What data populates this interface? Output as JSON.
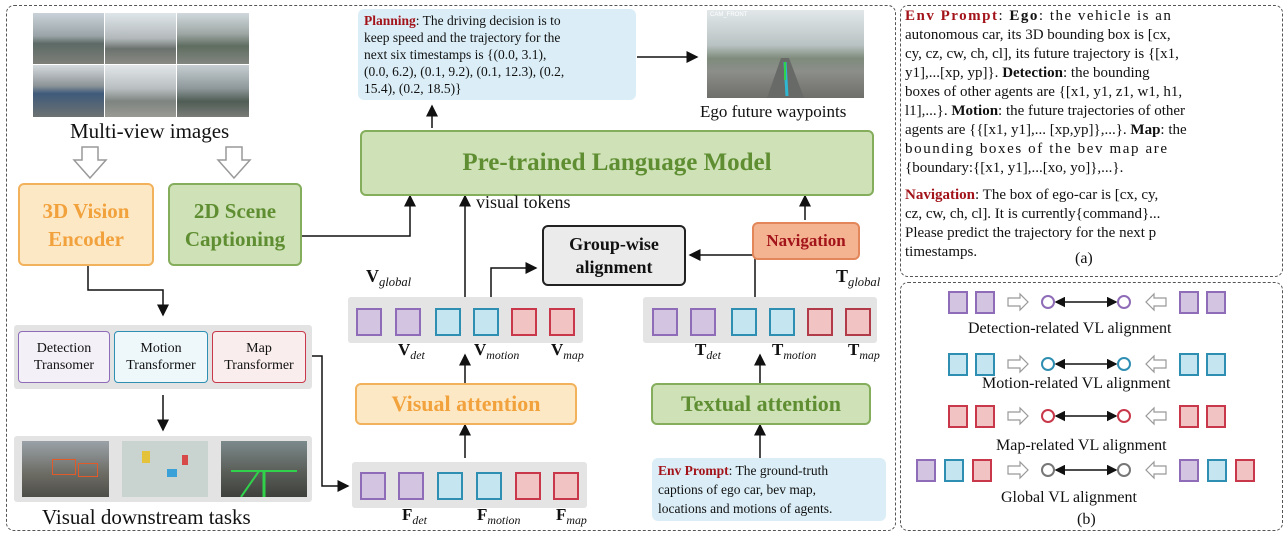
{
  "left_panel": {
    "multi_view_label": "Multi-view images",
    "vision_encoder": "3D Vision Encoder",
    "scene_captioning": "2D Scene Captioning",
    "detection_transformer": "Detection Transomer",
    "motion_transformer": "Motion Transformer",
    "map_transformer": "Map Transformer",
    "downstream_label": "Visual downstream tasks"
  },
  "center": {
    "planning_label": "Planning",
    "planning_text_1": ": The driving decision is to",
    "planning_text_2": "keep speed and the trajectory for the",
    "planning_text_3": "next six timestamps is {(0.0, 3.1),",
    "planning_text_4": "(0.0, 6.2), (0.1, 9.2), (0.1, 12.3), (0.2,",
    "planning_text_5": "15.4), (0.2, 18.5)}",
    "camera_tag": "CAM_FRONT",
    "ego_future_label": "Ego future waypoints",
    "plm": "Pre-trained Language Model",
    "visual_tokens_label": "visual tokens",
    "group_wise": "Group-wise alignment",
    "navigation": "Navigation",
    "v_global": "V",
    "v_global_sub": "global",
    "t_global": "T",
    "t_global_sub": "global",
    "v_det": "V",
    "v_det_sub": "det",
    "v_motion": "V",
    "v_motion_sub": "motion",
    "v_map": "V",
    "v_map_sub": "map",
    "t_det": "T",
    "t_det_sub": "det",
    "t_motion": "T",
    "t_motion_sub": "motion",
    "t_map": "T",
    "t_map_sub": "map",
    "visual_attention": "Visual attention",
    "textual_attention": "Textual attention",
    "f_det": "F",
    "f_det_sub": "det",
    "f_motion": "F",
    "f_motion_sub": "motion",
    "f_map": "F",
    "f_map_sub": "map",
    "env_prompt_label": "Env Prompt",
    "env_prompt_1": ": The ground-truth",
    "env_prompt_2": "captions of ego car, bev map,",
    "env_prompt_3": "locations and motions of agents."
  },
  "right_a": {
    "env_prompt_label": "Env Prompt",
    "line1_sep": ": ",
    "ego_bold": "Ego",
    "line1_rest": ": the vehicle is an",
    "line2": "autonomous car, its 3D bounding box is [cx,",
    "line3": "cy, cz, cw, ch, cl], its future trajectory is {[x1,",
    "line4_pre": "y1],...[xp, yp]}. ",
    "detection_bold": "Detection",
    "line4_post": ": the bounding",
    "line5": "boxes of other agents are {[x1, y1, z1, w1, h1,",
    "line6_pre": "l1],...}. ",
    "motion_bold": "Motion",
    "line6_post": ": the future trajectories of other",
    "line7_pre": "agents are {{[x1, y1],... [xp,yp]},...}. ",
    "map_bold": "Map",
    "line7_post": ": the",
    "line8": "bounding boxes of the bev map are",
    "line9": "{boundary:{[x1, y1],...[xo, yo]},...}.",
    "navigation_label": "Navigation",
    "line10_post": ": The box of ego-car is [cx, cy,",
    "line11": "cz, cw, ch, cl]. It is currently{command}...",
    "line12": "Please predict the trajectory for the next p",
    "line13": "timestamps.",
    "caption": "(a)"
  },
  "right_b": {
    "detection_label": "Detection-related  VL alignment",
    "motion_label": "Motion-related VL alignment",
    "map_label": "Map-related VL alignment",
    "global_label": "Global VL alignment",
    "caption": "(b)"
  },
  "colors": {
    "purple": "#8e6cb7",
    "blue": "#2f8fb3",
    "red": "#c8384a",
    "orange": "#f2a23c",
    "green": "#5f8e32",
    "dark_red": "#a3131a"
  }
}
